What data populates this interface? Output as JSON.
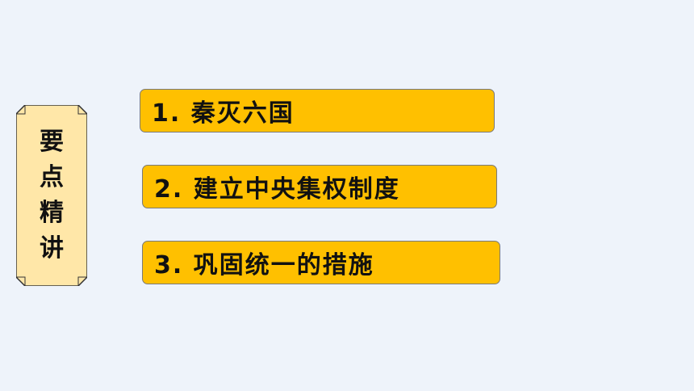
{
  "side_label": {
    "chars": [
      "要",
      "点",
      "精",
      "讲"
    ]
  },
  "items": [
    {
      "label": "1. 秦灭六国"
    },
    {
      "label": "2. 建立中央集权制度"
    },
    {
      "label": "3. 巩固统一的措施"
    }
  ],
  "colors": {
    "background": "#eef3fa",
    "label_fill": "#ffe7a8",
    "item_fill": "#ffc000",
    "border": "#7a7a7a"
  }
}
